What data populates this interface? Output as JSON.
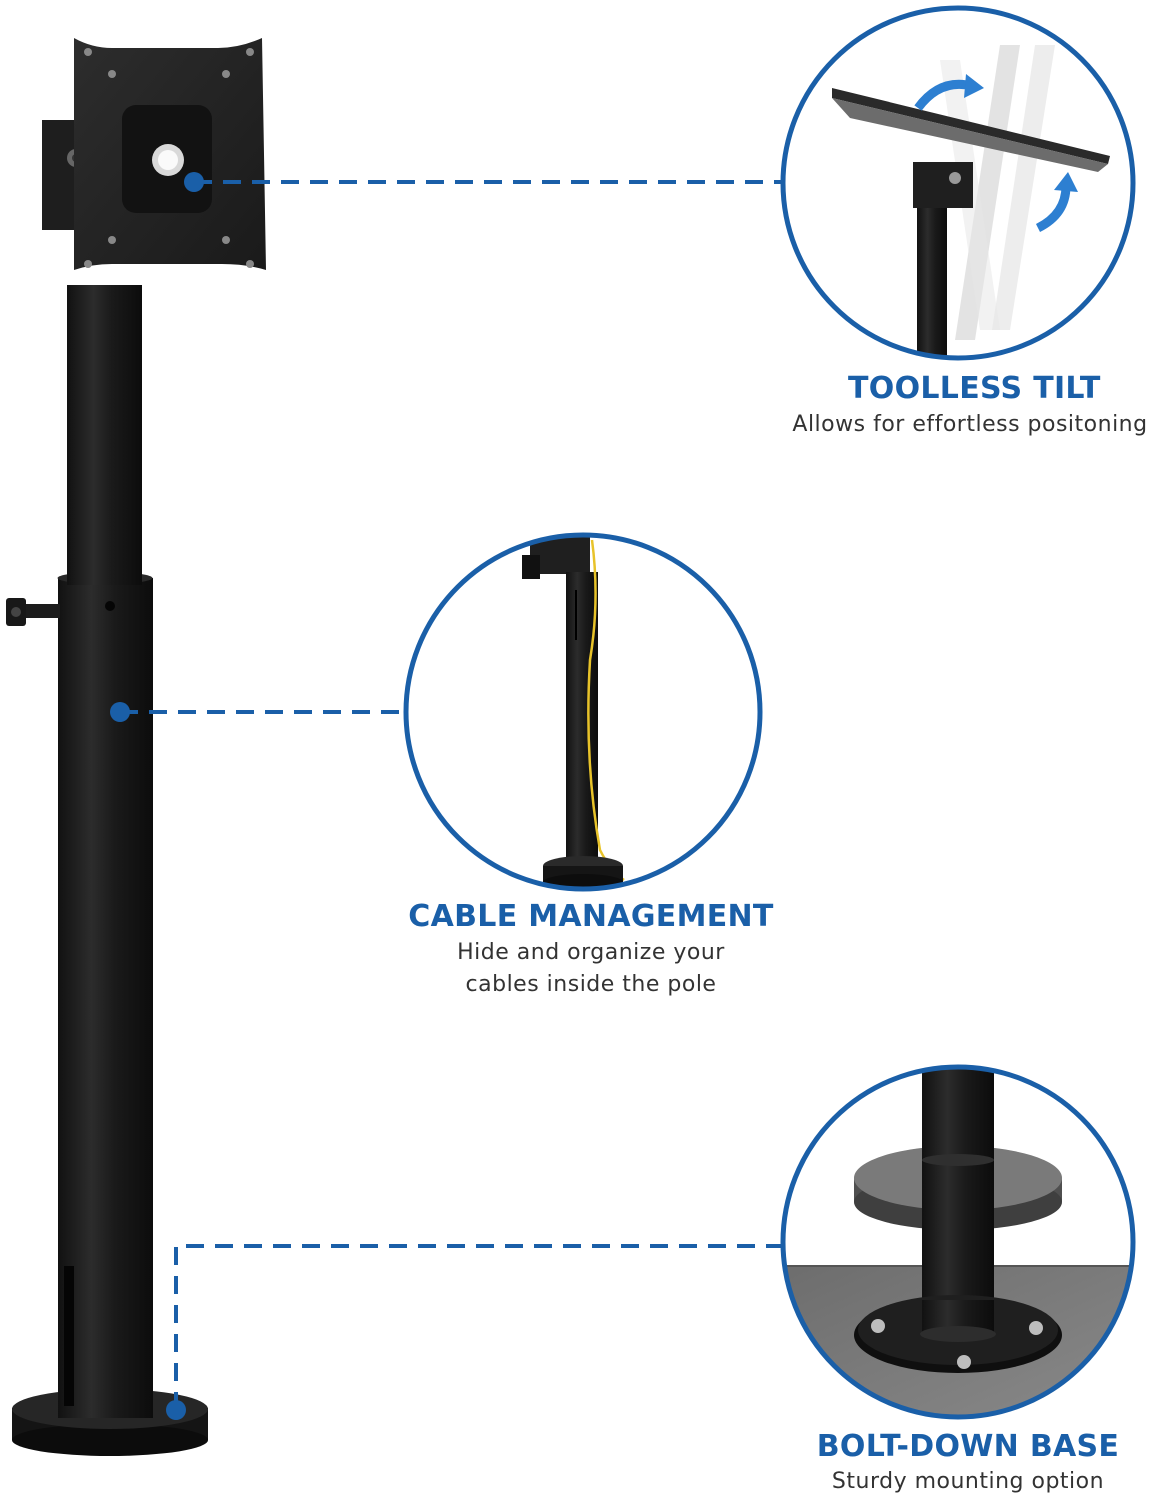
{
  "colors": {
    "accent": "#1a5fa8",
    "pole": "#1b1b1b",
    "text": "#333333"
  },
  "features": {
    "tilt": {
      "title": "TOOLLESS TILT",
      "description": "Allows for effortless positoning"
    },
    "cable": {
      "title": "CABLE MANAGEMENT",
      "description_line1": "Hide and organize your",
      "description_line2": "cables inside the pole"
    },
    "base": {
      "title": "BOLT-DOWN BASE",
      "description": "Sturdy mounting option"
    }
  }
}
